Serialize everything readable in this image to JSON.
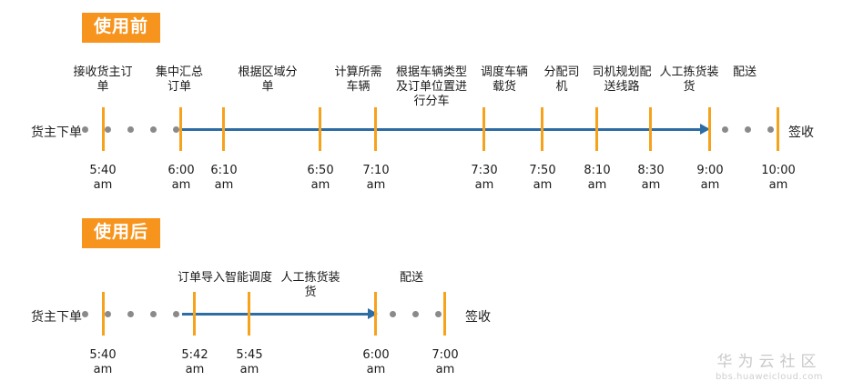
{
  "colors": {
    "badge_bg": "#F7941E",
    "tick": "#F7A21B",
    "arrow": "#2E6CA4",
    "dot": "#8A8A8A",
    "text": "#1A1A1A",
    "watermark": "#C9C9C9",
    "background": "#FFFFFF"
  },
  "chart_data": {
    "type": "timeline",
    "title": "",
    "xlabel": "",
    "ylabel": "",
    "sections": [
      {
        "badge": "使用前",
        "row_label": "货主下单",
        "axis_start_time": "5:40 am",
        "axis_end_time": "10:00 am",
        "arrow_span": [
          "6:00 am",
          "9:00 am"
        ],
        "ticks": [
          {
            "time": "5:40",
            "meridiem": "am",
            "stage": "接收货主订单"
          },
          {
            "time": "6:00",
            "meridiem": "am",
            "stage": "集中汇总订单"
          },
          {
            "time": "6:10",
            "meridiem": "am",
            "stage": "根据区域分单"
          },
          {
            "time": "6:50",
            "meridiem": "am",
            "stage": "计算所需车辆"
          },
          {
            "time": "7:10",
            "meridiem": "am",
            "stage": "根据车辆类型及订单位置进行分车"
          },
          {
            "time": "7:30",
            "meridiem": "am",
            "stage": "调度车辆载货"
          },
          {
            "time": "7:50",
            "meridiem": "am",
            "stage": "分配司机"
          },
          {
            "time": "8:10",
            "meridiem": "am",
            "stage": "司机规划配送线路"
          },
          {
            "time": "8:30",
            "meridiem": "am",
            "stage": "人工拣货装货"
          },
          {
            "time": "9:00",
            "meridiem": "am",
            "stage": "配送"
          },
          {
            "time": "10:00",
            "meridiem": "am",
            "stage": ""
          }
        ],
        "tail_text": "签收"
      },
      {
        "badge": "使用后",
        "row_label": "货主下单",
        "axis_start_time": "5:40 am",
        "axis_end_time": "7:00 am",
        "arrow_span": [
          "5:42 am",
          "6:00 am"
        ],
        "ticks": [
          {
            "time": "5:40",
            "meridiem": "am",
            "stage": ""
          },
          {
            "time": "5:42",
            "meridiem": "am",
            "stage": "订单导入"
          },
          {
            "time": "5:45",
            "meridiem": "am",
            "stage": "智能调度"
          },
          {
            "time": "6:00",
            "meridiem": "am",
            "stage": "人工拣货装货"
          },
          {
            "time": "7:00",
            "meridiem": "am",
            "stage": "配送"
          }
        ],
        "tail_text": "签收"
      }
    ]
  },
  "top": {
    "badge": "使用前",
    "row_label": "货主下单",
    "stages": {
      "s1": "接收货主订单",
      "s2": "集中汇总订单",
      "s3": "根据区域分单",
      "s4": "计算所需车辆",
      "s5": "根据车辆类型及订单位置进行分车",
      "s6": "调度车辆载货",
      "s7": "分配司机",
      "s8": "司机规划配送线路",
      "s9": "人工拣货装货",
      "s10": "配送"
    },
    "times": {
      "t1": "5:40",
      "t2": "6:00",
      "t3": "6:10",
      "t4": "6:50",
      "t5": "7:10",
      "t6": "7:30",
      "t7": "7:50",
      "t8": "8:10",
      "t9": "8:30",
      "t10": "9:00",
      "t11": "10:00"
    },
    "meridiem": "am",
    "tail_text": "签收"
  },
  "bottom": {
    "badge": "使用后",
    "row_label": "货主下单",
    "stages": {
      "s1": "订单导入",
      "s2": "智能调度",
      "s3": "人工拣货装货",
      "s4": "配送"
    },
    "times": {
      "t1": "5:40",
      "t2": "5:42",
      "t3": "5:45",
      "t4": "6:00",
      "t5": "7:00"
    },
    "meridiem": "am",
    "tail_text": "签收"
  },
  "watermark": {
    "cn": "华为云社区",
    "url": "bbs.huaweicloud.com"
  }
}
